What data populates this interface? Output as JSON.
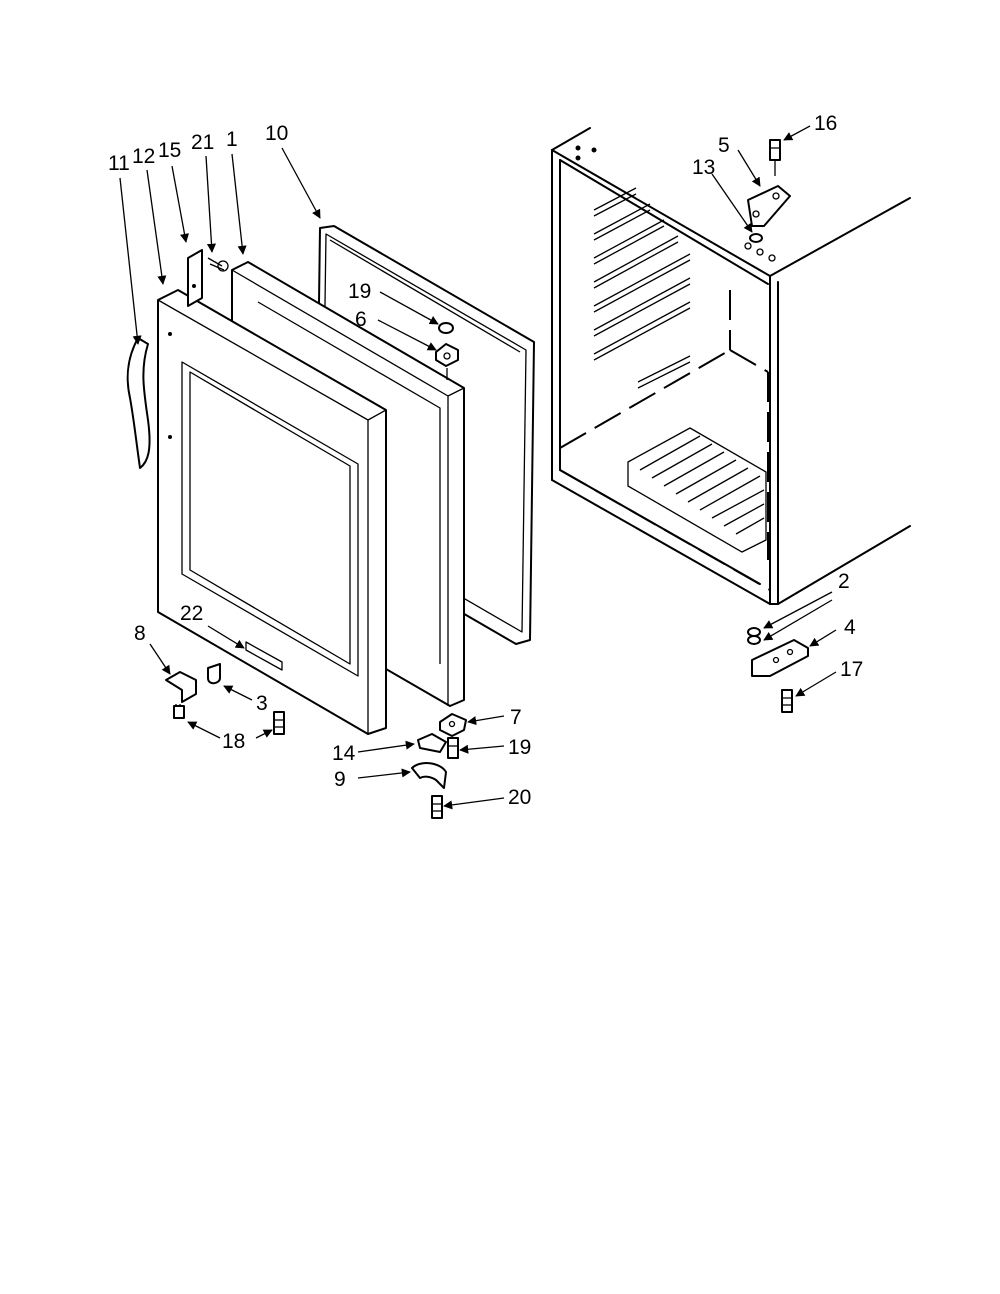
{
  "callouts": [
    {
      "id": "c11",
      "text": "11"
    },
    {
      "id": "c12",
      "text": "12"
    },
    {
      "id": "c15",
      "text": "15"
    },
    {
      "id": "c21",
      "text": "21"
    },
    {
      "id": "c1",
      "text": "1"
    },
    {
      "id": "c10",
      "text": "10"
    },
    {
      "id": "c19a",
      "text": "19"
    },
    {
      "id": "c6",
      "text": "6"
    },
    {
      "id": "c22",
      "text": "22"
    },
    {
      "id": "c8",
      "text": "8"
    },
    {
      "id": "c3",
      "text": "3"
    },
    {
      "id": "c18",
      "text": "18"
    },
    {
      "id": "c7",
      "text": "7"
    },
    {
      "id": "c14",
      "text": "14"
    },
    {
      "id": "c19b",
      "text": "19"
    },
    {
      "id": "c9",
      "text": "9"
    },
    {
      "id": "c20",
      "text": "20"
    },
    {
      "id": "c16",
      "text": "16"
    },
    {
      "id": "c5",
      "text": "5"
    },
    {
      "id": "c13",
      "text": "13"
    },
    {
      "id": "c2",
      "text": "2"
    },
    {
      "id": "c4",
      "text": "4"
    },
    {
      "id": "c17",
      "text": "17"
    }
  ]
}
